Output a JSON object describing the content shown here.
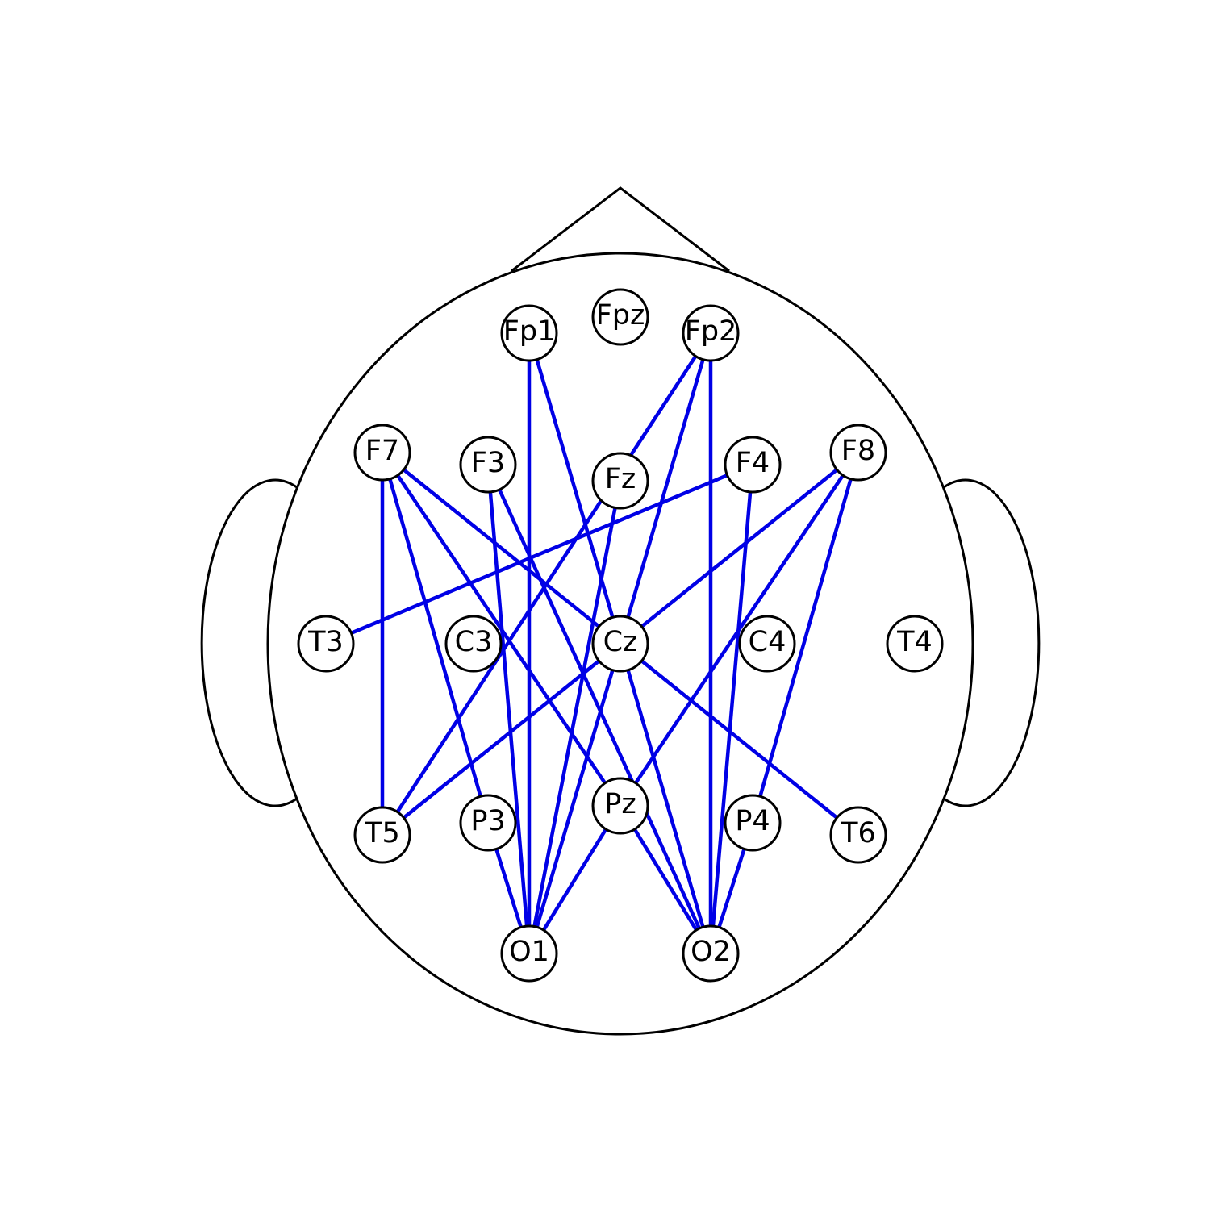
{
  "colors": {
    "connection": "#0000e6",
    "outline": "#000000",
    "electrode_fill": "#ffffff"
  },
  "electrodes": [
    {
      "label": "Fp1"
    },
    {
      "label": "Fpz"
    },
    {
      "label": "Fp2"
    },
    {
      "label": "F7"
    },
    {
      "label": "F3"
    },
    {
      "label": "Fz"
    },
    {
      "label": "F4"
    },
    {
      "label": "F8"
    },
    {
      "label": "T3"
    },
    {
      "label": "C3"
    },
    {
      "label": "Cz"
    },
    {
      "label": "C4"
    },
    {
      "label": "T4"
    },
    {
      "label": "T5"
    },
    {
      "label": "P3"
    },
    {
      "label": "Pz"
    },
    {
      "label": "P4"
    },
    {
      "label": "T6"
    },
    {
      "label": "O1"
    },
    {
      "label": "O2"
    }
  ],
  "connections": [
    [
      "Fp1",
      "O1"
    ],
    [
      "Fp1",
      "Cz"
    ],
    [
      "Fp2",
      "O2"
    ],
    [
      "Fp2",
      "Cz"
    ],
    [
      "Fp2",
      "T5"
    ],
    [
      "F7",
      "T5"
    ],
    [
      "F7",
      "P3"
    ],
    [
      "F7",
      "Pz"
    ],
    [
      "F7",
      "Cz"
    ],
    [
      "F3",
      "O1"
    ],
    [
      "F3",
      "O2"
    ],
    [
      "Fz",
      "O1"
    ],
    [
      "F4",
      "T3"
    ],
    [
      "F4",
      "O2"
    ],
    [
      "F8",
      "Cz"
    ],
    [
      "F8",
      "Pz"
    ],
    [
      "F8",
      "P4"
    ],
    [
      "Cz",
      "T5"
    ],
    [
      "Cz",
      "T6"
    ],
    [
      "Cz",
      "O1"
    ],
    [
      "Cz",
      "O2"
    ],
    [
      "P3",
      "O1"
    ],
    [
      "Pz",
      "O1"
    ],
    [
      "Pz",
      "O2"
    ],
    [
      "P4",
      "O2"
    ]
  ]
}
